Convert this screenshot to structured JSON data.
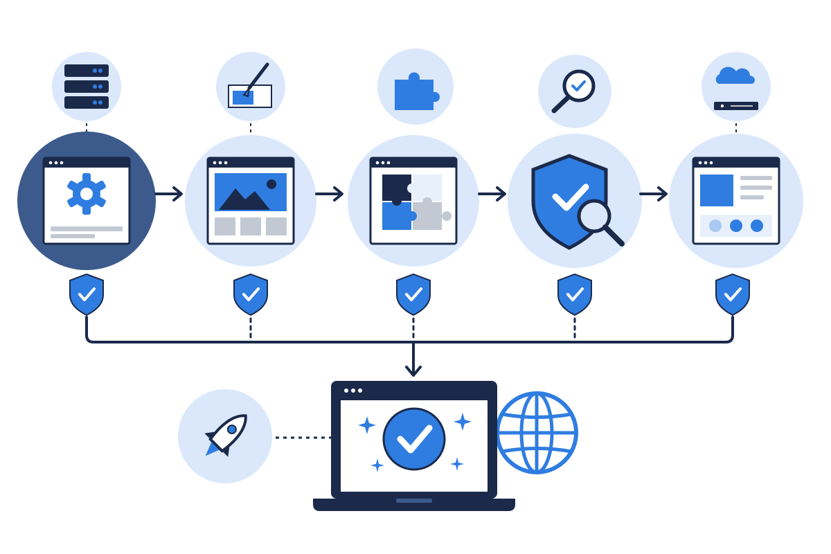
{
  "colors": {
    "background": "#ffffff",
    "navy": "#1b2a4a",
    "blue": "#2f7de1",
    "light_blue": "#dbe8fb",
    "pale_blue": "#e8f0fc",
    "mid_blue": "#a9c8f2",
    "dark_circle": "#3d5a8c",
    "gray": "#c3c9d3",
    "white": "#ffffff"
  },
  "pipeline": {
    "stages": [
      {
        "id": "configure",
        "top_icon": "server-stack-icon",
        "main_icon": "settings-gear-window-icon",
        "badge_icon": "shield-check-icon",
        "highlighted": true
      },
      {
        "id": "design",
        "top_icon": "paintbrush-canvas-icon",
        "main_icon": "image-layout-window-icon",
        "badge_icon": "shield-check-icon",
        "highlighted": false
      },
      {
        "id": "integrate",
        "top_icon": "puzzle-piece-icon",
        "main_icon": "puzzle-window-icon",
        "badge_icon": "shield-check-icon",
        "highlighted": false
      },
      {
        "id": "test",
        "top_icon": "magnifier-check-icon",
        "main_icon": "shield-magnifier-icon",
        "badge_icon": "shield-check-icon",
        "highlighted": false
      },
      {
        "id": "deploy",
        "top_icon": "cloud-server-icon",
        "main_icon": "content-layout-window-icon",
        "badge_icon": "shield-check-icon",
        "highlighted": false
      }
    ],
    "connector_icon": "arrow-right-icon"
  },
  "release": {
    "device_icon": "laptop-check-icon",
    "side_icon": "rocket-icon",
    "globe_icon": "globe-icon",
    "sparkle_icon": "sparkle-icon"
  }
}
